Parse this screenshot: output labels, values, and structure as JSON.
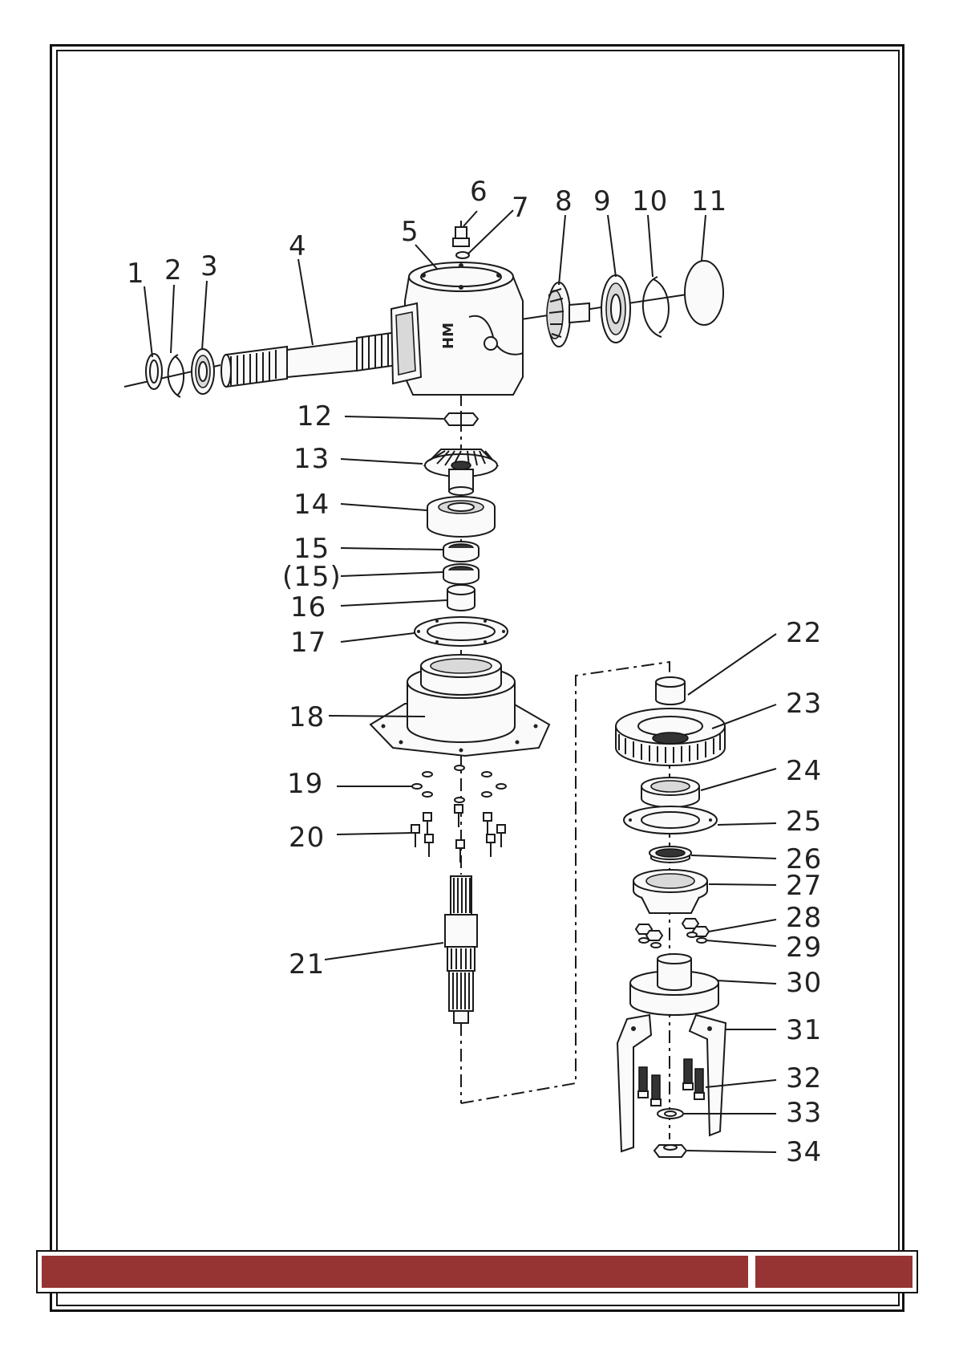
{
  "colors": {
    "footer_band": "#963333",
    "line": "#1a1a1a",
    "background": "#ffffff"
  },
  "callouts": [
    "1",
    "2",
    "3",
    "4",
    "5",
    "6",
    "7",
    "8",
    "9",
    "10",
    "11",
    "12",
    "13",
    "14",
    "15",
    "(15)",
    "16",
    "17",
    "18",
    "19",
    "20",
    "21",
    "22",
    "23",
    "24",
    "25",
    "26",
    "27",
    "28",
    "29",
    "30",
    "31",
    "32",
    "33",
    "34"
  ],
  "housing_mark": "HM"
}
